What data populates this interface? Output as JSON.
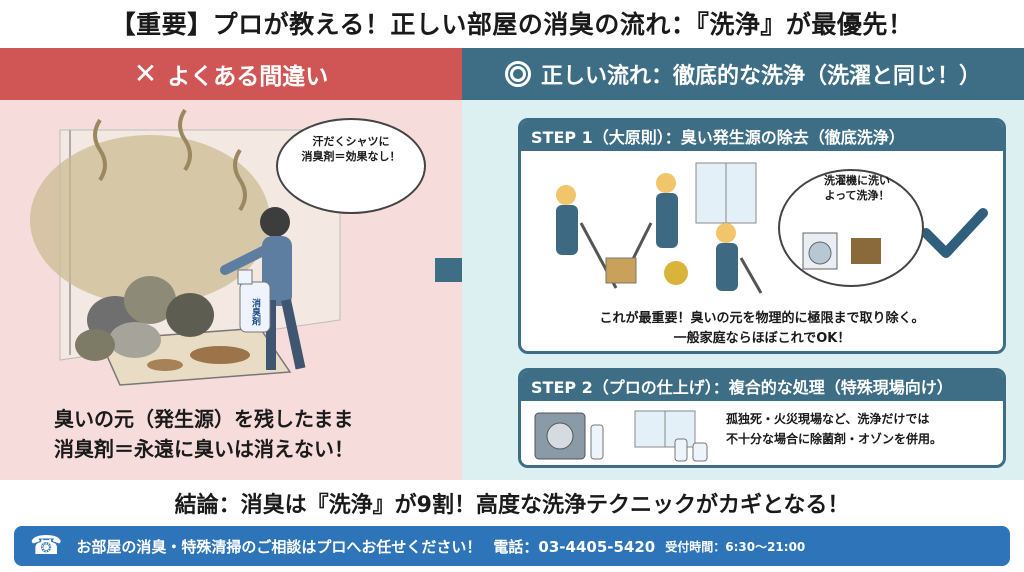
{
  "title": "【重要】プロが教える！正しい部屋の消臭の流れ：『洗浄』が最優先！",
  "left": {
    "header": "よくある間違い",
    "bubble_line1": "汗だくシャツに",
    "bubble_line2": "消臭剤＝効果なし！",
    "spray_label": "消臭剤",
    "caption_line1": "臭いの元（発生源）を残したまま",
    "caption_line2": "消臭剤＝永遠に臭いは消えない！"
  },
  "right": {
    "header": "正しい流れ：徹底的な洗浄（洗濯と同じ！）",
    "step1": {
      "title": "STEP 1（大原則）：臭い発生源の除去（徹底洗浄）",
      "bubble_line1": "洗濯機に洗い",
      "bubble_line2": "よって洗浄！",
      "note_line1": "これが最重要！臭いの元を物理的に極限まで取り除く。",
      "note_line2": "一般家庭ならほぼこれでOK！"
    },
    "step2": {
      "title": "STEP 2（プロの仕上げ）：複合的な処理（特殊現場向け）",
      "note_line1": "孤独死・火災現場など、洗浄だけでは",
      "note_line2": "不十分な場合に除菌剤・オゾンを併用。"
    }
  },
  "conclusion": "結論：消臭は『洗浄』が9割！高度な洗浄テクニックがカギとなる！",
  "footer": {
    "message": "お部屋の消臭・特殊清掃のご相談はプロへお任せください！",
    "phone": "電話：03-4405-5420",
    "hours": "受付時間：6:30〜21:00"
  },
  "colors": {
    "wrong_red": "#cf5655",
    "correct_teal": "#3e6e86",
    "footer_blue": "#2e74b8",
    "check_blue": "#2f5f7c"
  },
  "icons": [
    "cross-icon",
    "double-circle-icon",
    "arrow-right-icon",
    "checkmark-icon",
    "phone-icon"
  ]
}
